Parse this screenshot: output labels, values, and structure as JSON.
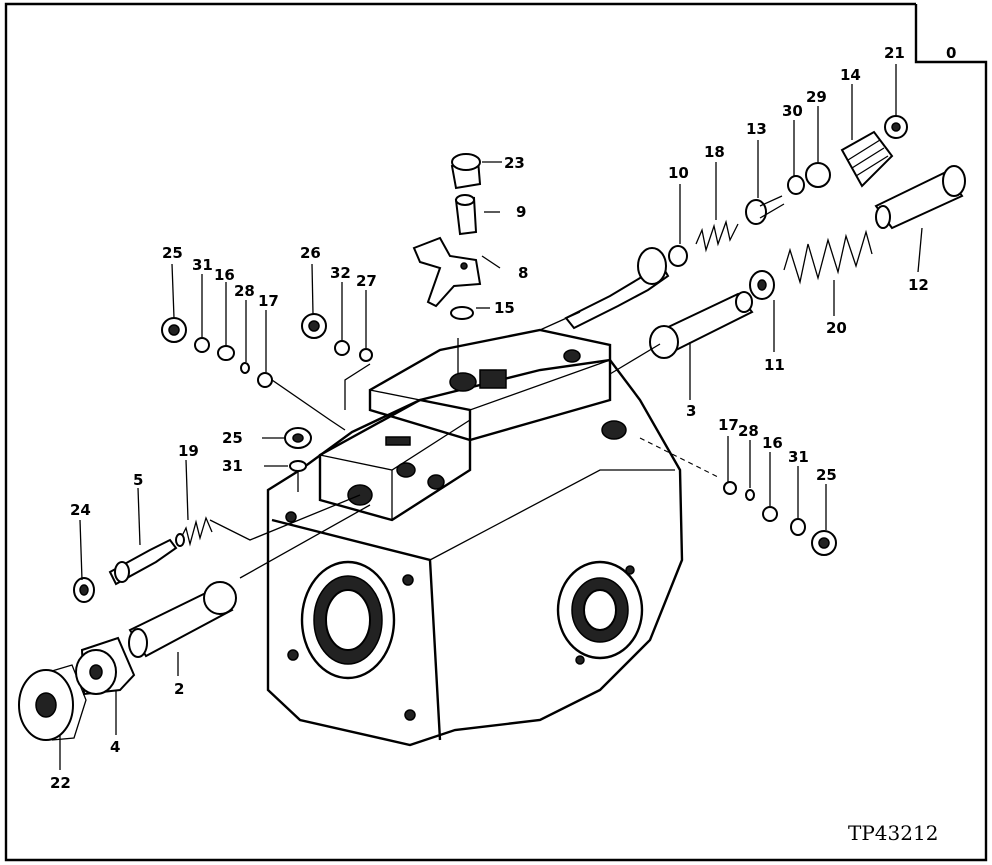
{
  "diagram": {
    "ref_code": "TP43212",
    "callouts": [
      "0",
      "2",
      "3",
      "4",
      "5",
      "8",
      "9",
      "10",
      "11",
      "12",
      "13",
      "14",
      "15",
      "16",
      "16",
      "17",
      "17",
      "18",
      "19",
      "20",
      "21",
      "22",
      "23",
      "24",
      "25",
      "25",
      "25",
      "26",
      "27",
      "28",
      "28",
      "29",
      "30",
      "31",
      "31",
      "31",
      "31",
      "32"
    ]
  }
}
